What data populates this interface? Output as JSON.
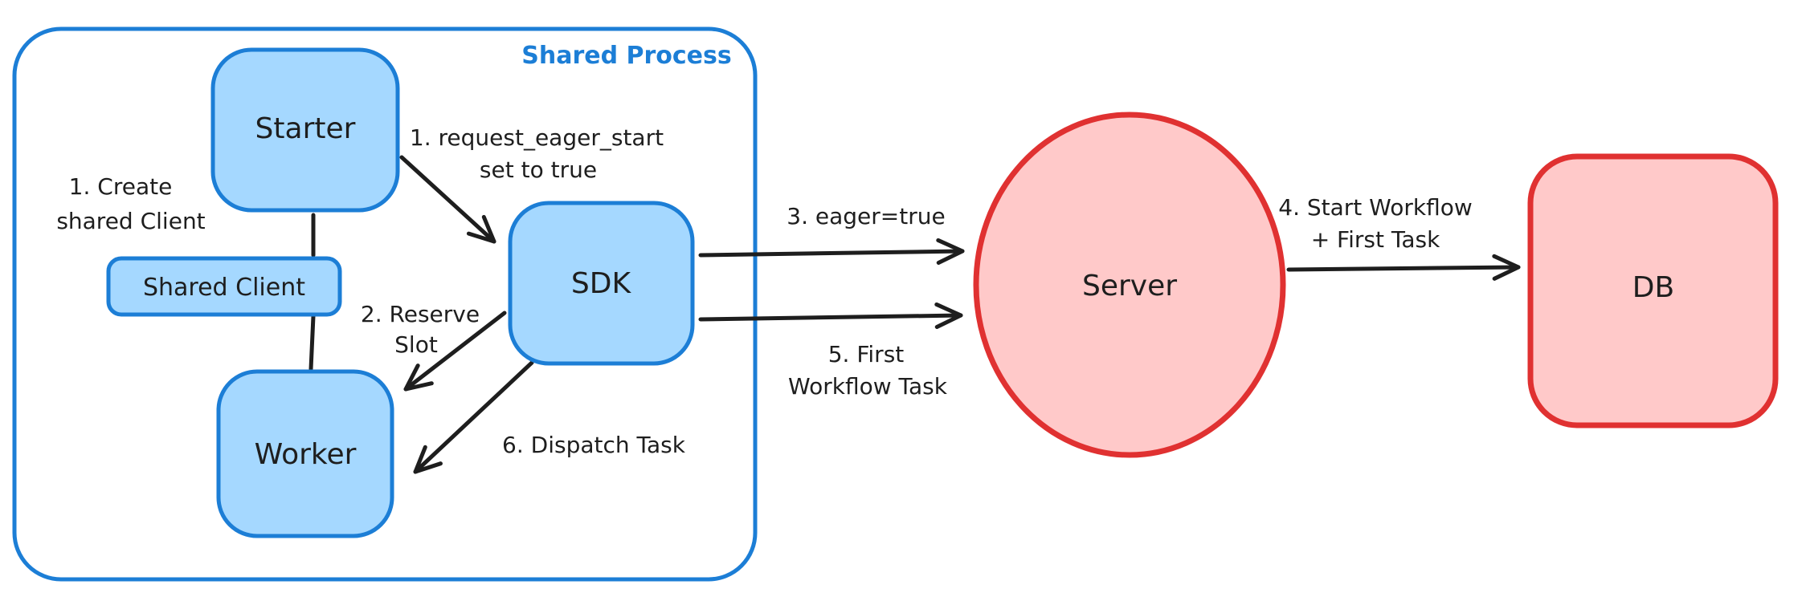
{
  "diagram": {
    "container": {
      "label": "Shared Process"
    },
    "nodes": {
      "starter": "Starter",
      "shared_client": "Shared Client",
      "worker": "Worker",
      "sdk": "SDK",
      "server": "Server",
      "db": "DB"
    },
    "annotations": {
      "create_client": [
        "1. Create",
        "shared Client"
      ],
      "request_eager": [
        "1. request_eager_start",
        "set to true"
      ],
      "reserve_slot": [
        "2. Reserve",
        "Slot"
      ],
      "eager_true": "3. eager=true",
      "start_workflow": [
        "4. Start Workflow",
        "+ First Task"
      ],
      "first_workflow_task": [
        "5. First",
        "Workflow Task"
      ],
      "dispatch_task": "6. Dispatch Task"
    },
    "colors": {
      "blue_stroke": "#1c7ed6",
      "blue_fill": "#a5d8ff",
      "red_stroke": "#e03131",
      "red_fill": "#ffc9c9",
      "ink": "#1e1e1e",
      "background": "#ffffff"
    }
  }
}
